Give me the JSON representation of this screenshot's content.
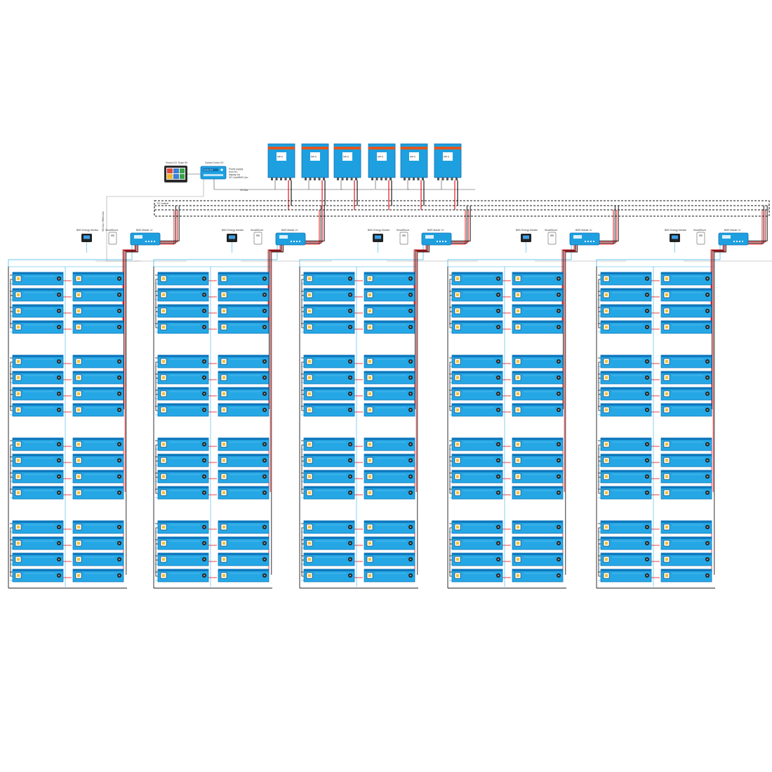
{
  "colors": {
    "device_blue": "#1ea0e0",
    "device_blue_dark": "#0d6fb0",
    "inverter_stripe": "#e2561d",
    "wire_positive": "#e4141b",
    "wire_negative": "#1b1b1b",
    "wire_comm": "#36b4e8",
    "battery_face": "#25a7e5",
    "battery_edge": "#0f78bd"
  },
  "gx_touch": {
    "label": "Victron GX Touch 50"
  },
  "cerbo": {
    "label": "Victron Cerbo GX",
    "screen_text": "Cerbo GX",
    "notes": [
      "Power supply",
      "from DC",
      "display via",
      "VE.Can/BMS-Can"
    ]
  },
  "inverters": {
    "icon": "multiplus-inverter-icon",
    "items": [
      {
        "label": "MP-II"
      },
      {
        "label": "MP-II"
      },
      {
        "label": "MP-II"
      },
      {
        "label": "MP-II"
      },
      {
        "label": "MP-II"
      },
      {
        "label": "MP-II"
      }
    ]
  },
  "busbar": {
    "label": "DC busbar"
  },
  "vebus": {
    "label": "VE.Bus"
  },
  "bms_link": {
    "label": "VE.Can / BMS-Can"
  },
  "clusters": [
    {
      "energy_meter": "BMV Energy Monitor",
      "shunt": "SmartShunt",
      "bms": "BMS Master LV"
    },
    {
      "energy_meter": "BMV Energy Monitor",
      "shunt": "SmartShunt",
      "bms": "BMS Master LV"
    },
    {
      "energy_meter": "BMV Energy Monitor",
      "shunt": "SmartShunt",
      "bms": "BMS Master LV"
    },
    {
      "energy_meter": "BMV Energy Monitor",
      "shunt": "SmartShunt",
      "bms": "BMS Master LV"
    },
    {
      "energy_meter": "BMV Energy Monitor",
      "shunt": "SmartShunt",
      "bms": "BMS Master LV"
    }
  ],
  "battery": {
    "icon": "lithium-battery-icon"
  }
}
